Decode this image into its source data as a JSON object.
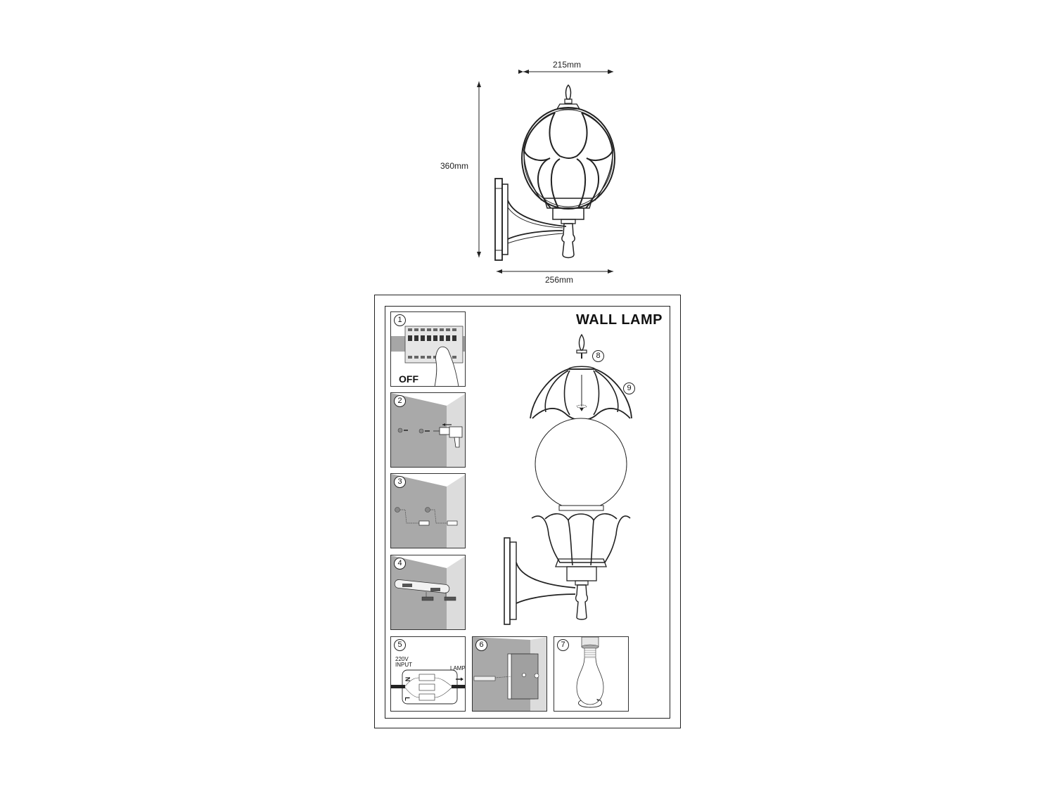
{
  "dimension_drawing": {
    "width_top": "215mm",
    "height": "360mm",
    "depth_bottom": "256mm"
  },
  "instruction_sheet": {
    "title": "WALL LAMP",
    "steps": [
      {
        "number": "1",
        "label": "OFF",
        "description": "switch-off-breaker"
      },
      {
        "number": "2",
        "label": "",
        "description": "drill-holes"
      },
      {
        "number": "3",
        "label": "",
        "description": "insert-wall-plugs"
      },
      {
        "number": "4",
        "label": "",
        "description": "screw-mounting-bracket"
      },
      {
        "number": "5",
        "label": "",
        "description": "connect-wiring",
        "input_label": "220V INPUT",
        "input_line1": "220V",
        "input_line2": "INPUT",
        "output_label": "LAMP",
        "terminal_n": "N",
        "terminal_l": "L"
      },
      {
        "number": "6",
        "label": "",
        "description": "attach-lamp-base"
      },
      {
        "number": "7",
        "label": "",
        "description": "install-bulb"
      }
    ],
    "callouts": [
      {
        "number": "8",
        "part": "finial"
      },
      {
        "number": "9",
        "part": "top-cage"
      }
    ]
  },
  "colors": {
    "line": "#222222",
    "wall_dark": "#a9a9a9",
    "wall_light": "#dcdcdc",
    "background": "#ffffff"
  }
}
